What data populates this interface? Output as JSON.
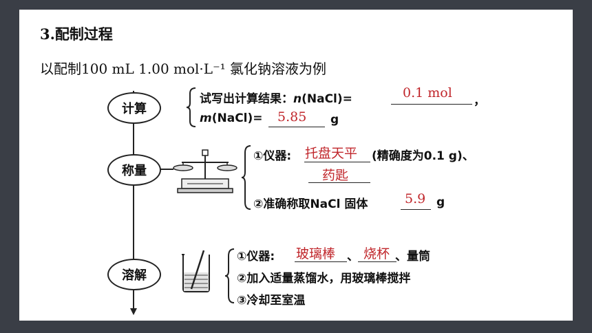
{
  "title": "3.配制过程",
  "intro": "以配制100 mL 1.00 mol·L⁻¹ 氯化钠溶液为例",
  "steps": {
    "calc": {
      "label": "计算",
      "line1_prefix": "试写出计算结果：",
      "line1_var": "n",
      "line1_rest": "(NaCl)=",
      "line1_answer": "0.1 mol",
      "line1_suffix": "，",
      "line2_var": "m",
      "line2_rest": "(NaCl)=",
      "line2_answer": "5.85",
      "line2_unit": "g"
    },
    "weigh": {
      "label": "称量",
      "line1_prefix": "①仪器:",
      "line1_answer": "托盘天平",
      "line1_suffix": "(精确度为0.1 g)、",
      "line2_answer": "药匙",
      "line3_prefix": "②准确称取NaCl 固体",
      "line3_answer": "5.9",
      "line3_unit": "g"
    },
    "dissolve": {
      "label": "溶解",
      "line1_prefix": "①仪器:",
      "line1_answer1": "玻璃棒",
      "line1_sep": "、",
      "line1_answer2": "烧杯",
      "line1_suffix": "、量筒",
      "line2": "②加入适量蒸馏水，用玻璃棒搅拌",
      "line3": "③冷却至室温"
    }
  }
}
